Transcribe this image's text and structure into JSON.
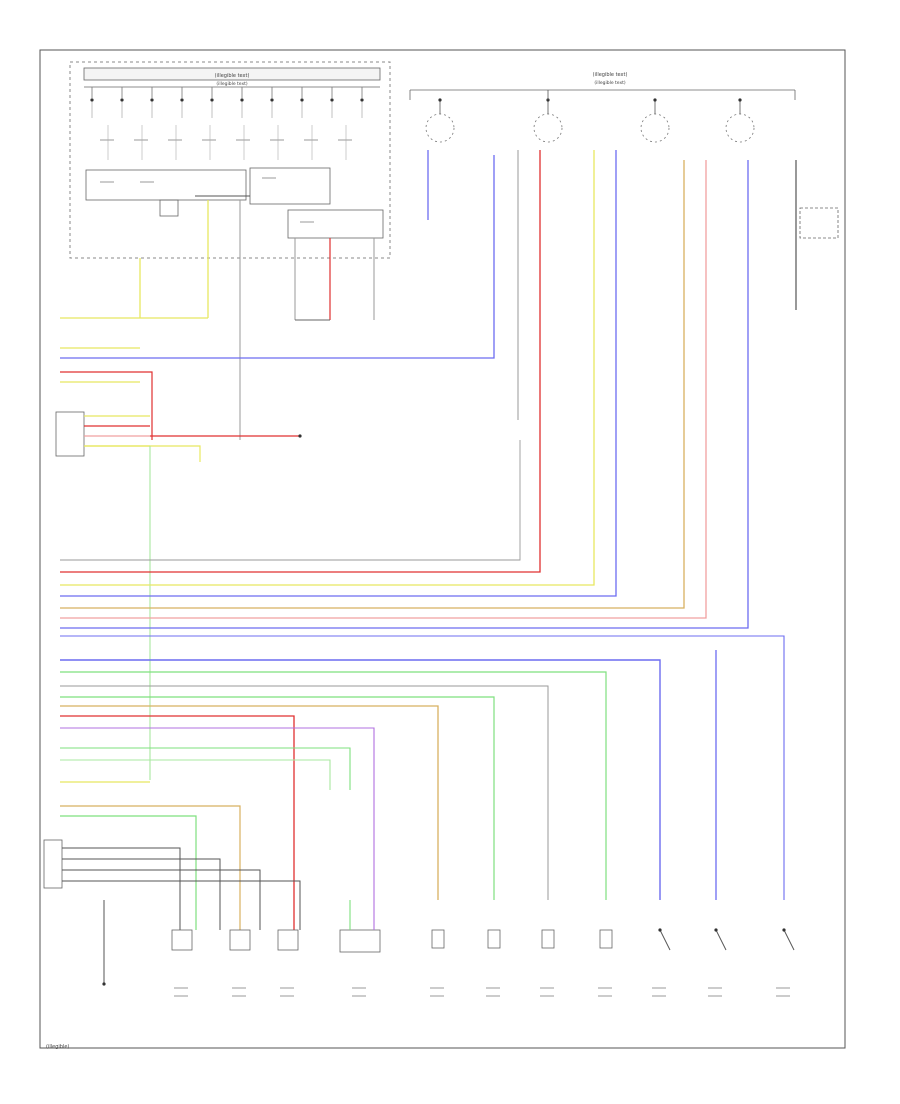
{
  "header": {
    "module_title": "(illegible text)",
    "module_subtitle": "(illegible text)",
    "right_title": "(illegible text)",
    "right_subtitle": "(illegible text)"
  },
  "colors": {
    "frame": "#555555",
    "wire_yellow": "#e8e860",
    "wire_blue": "#6c6cf0",
    "wire_red": "#e03030",
    "wire_green": "#7ee07e",
    "wire_gray": "#9a9a9a",
    "wire_pink": "#f0a0a0",
    "wire_orange": "#d8b060",
    "wire_violet": "#b070e0",
    "wire_ltgreen": "#a8e8a0"
  },
  "footer": {
    "page_marker": "(illegible)"
  }
}
